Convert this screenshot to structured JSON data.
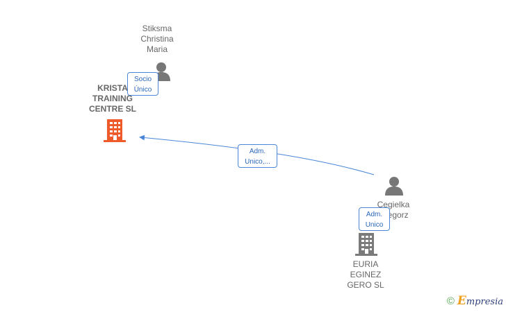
{
  "nodes": {
    "person_stiksma": {
      "label": "Stiksma\nChristina\nMaria"
    },
    "company_krista": {
      "label": "KRISTA\nTRAINING\nCENTRE  SL",
      "color": "#ee5a2a"
    },
    "person_cegielka": {
      "label": "Cegielka\nGregorz"
    },
    "company_euria": {
      "label": "EURIA\nEGINEZ\nGERO  SL",
      "color": "#7a7a7a"
    }
  },
  "edges": {
    "socio_unico": {
      "label": "Socio\nÚnico"
    },
    "adm_unico_main": {
      "label": "Adm.\nUnico,..."
    },
    "adm_unico_euria": {
      "label": "Adm.\nUnico"
    }
  },
  "colors": {
    "edge": "#4a86d8",
    "person_icon": "#777777"
  },
  "footer": {
    "copyright": "©",
    "brand_initial": "E",
    "brand_rest": "mpresia"
  }
}
